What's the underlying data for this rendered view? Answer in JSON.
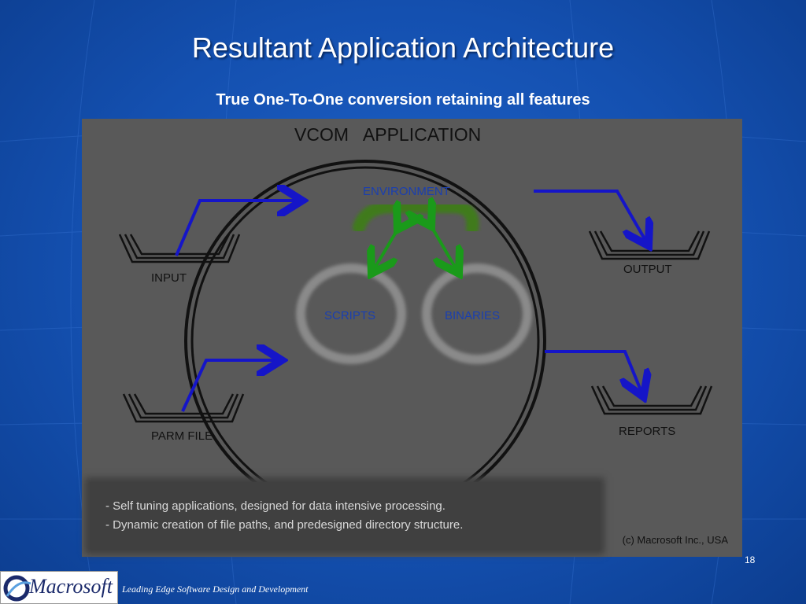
{
  "slide": {
    "title": "Resultant Application Architecture",
    "subtitle": "True One-To-One  conversion retaining all features",
    "page_number": "18",
    "tagline": "Leading Edge Software Design and Development",
    "logo_text": "Macrosoft"
  },
  "diagram": {
    "heading": "VCOM   APPLICATION",
    "environment": "ENVIRONMENT",
    "scripts": "SCRIPTS",
    "binaries": "BINARIES",
    "input": "INPUT",
    "parm_file": "PARM FILE",
    "output": "OUTPUT",
    "reports": "REPORTS",
    "notes": [
      "-  Self tuning applications, designed for data intensive processing.",
      "-  Dynamic creation of file paths, and predesigned directory structure."
    ],
    "copyright": "(c) Macrosoft Inc., USA"
  },
  "colors": {
    "background": "#1450b0",
    "diagram_bg": "#595959",
    "arrow_blue": "#1515c8",
    "arrow_green": "#1a9a1a",
    "label_blue": "#1a3fb0"
  },
  "icons": [
    "globe-grid-background",
    "tray-icon",
    "macrosoft-logo"
  ]
}
